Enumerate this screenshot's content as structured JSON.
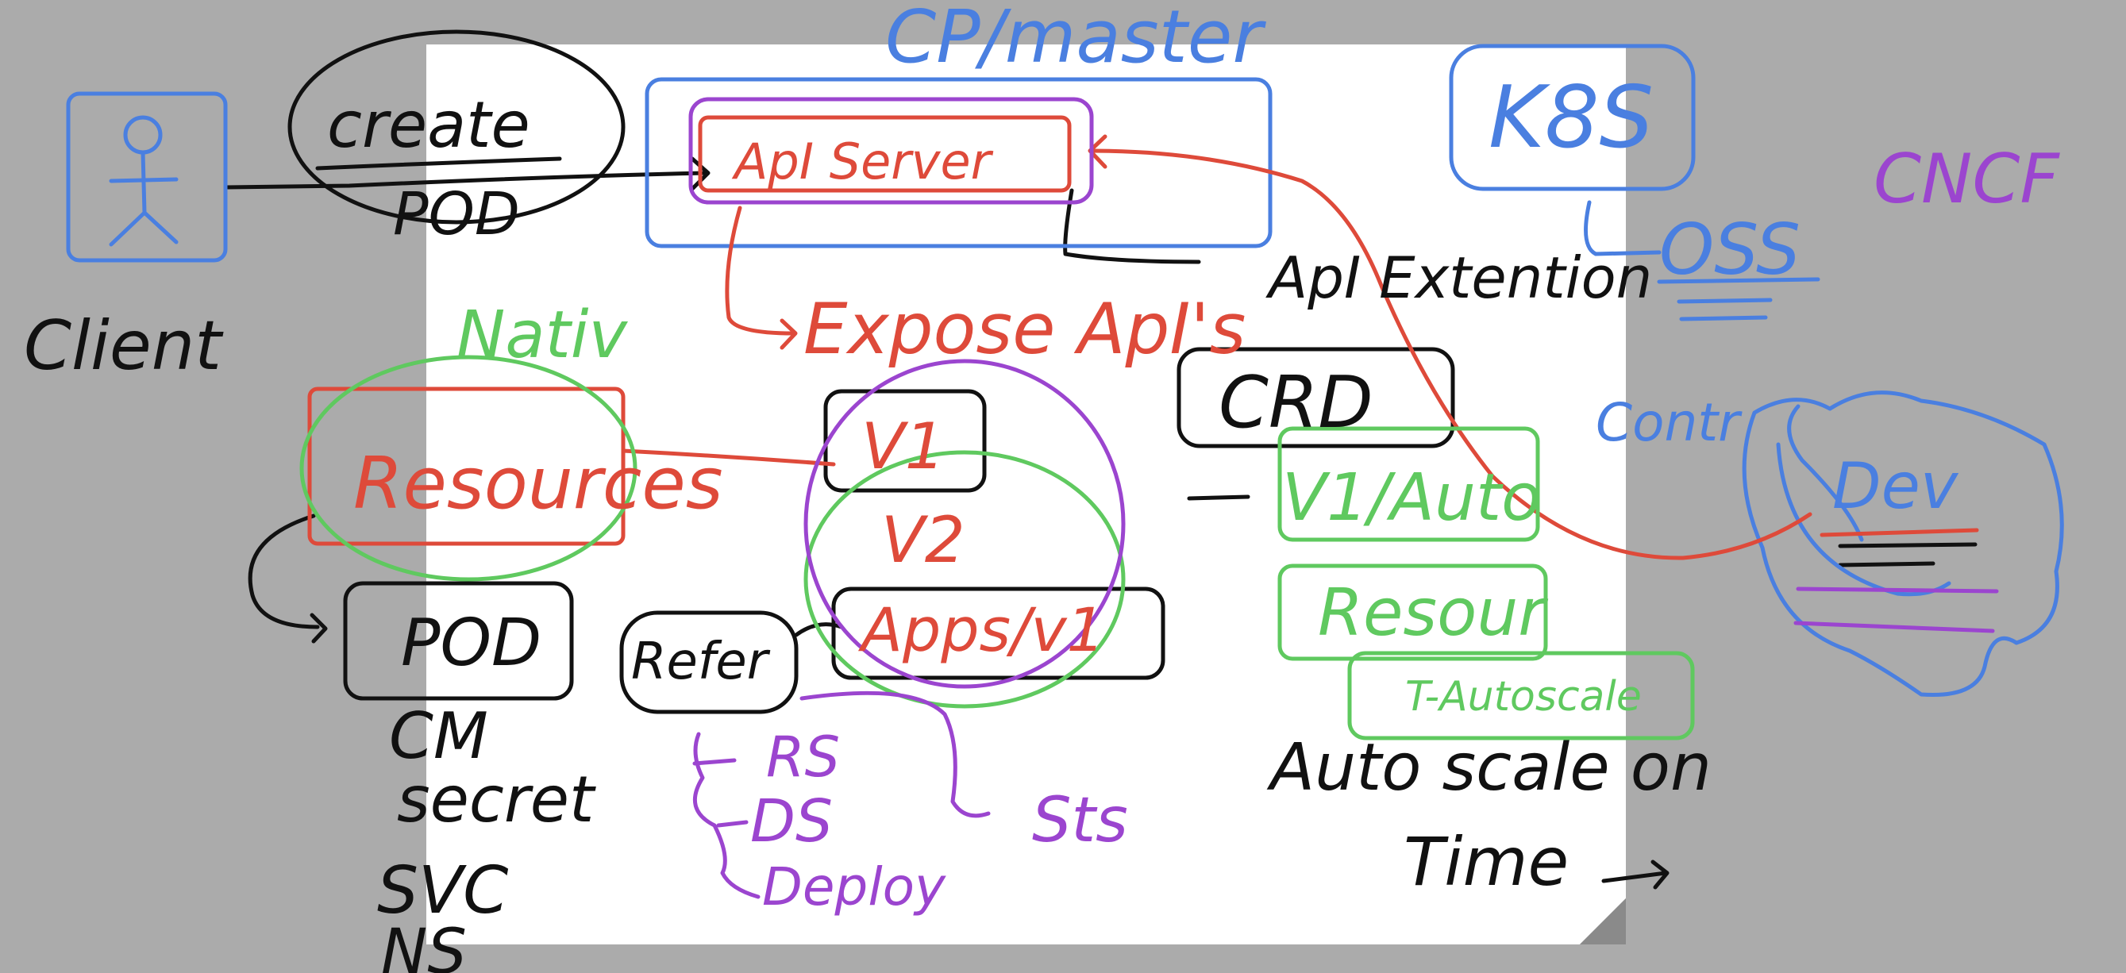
{
  "colors": {
    "black": "#111111",
    "red": "#de4a3a",
    "blue": "#4a7fe0",
    "green": "#5fc95f",
    "purple": "#9b45cf",
    "background": "#ababab",
    "sheet": "#ffffff"
  },
  "labels": {
    "cp_master": "CP/master",
    "k8s": "K8S",
    "cncf": "CNCF",
    "create": "create",
    "pod_top": "POD",
    "client": "Client",
    "api_server": "ApI Server",
    "expose_apis": "Expose ApI's",
    "api_extension": "ApI Extention",
    "oss": "OSS",
    "contr": "Contr",
    "dev": "Dev",
    "nativ": "Nativ",
    "resources": "Resources",
    "v1": "V1",
    "v2": "V2",
    "apps_v1": "Apps/v1",
    "crd": "CRD",
    "v1_auto": "V1/Auto",
    "resour": "Resour",
    "t_autoscale": "T-Autoscale",
    "pod": "POD",
    "refer": "Refer",
    "cm": "CM",
    "secret": "secret",
    "svc": "SVC",
    "ns": "NS",
    "rs": "RS",
    "ds": "DS",
    "deploy": "Deploy",
    "sts": "Sts",
    "auto_scale": "Auto scale on",
    "time": "Time"
  }
}
